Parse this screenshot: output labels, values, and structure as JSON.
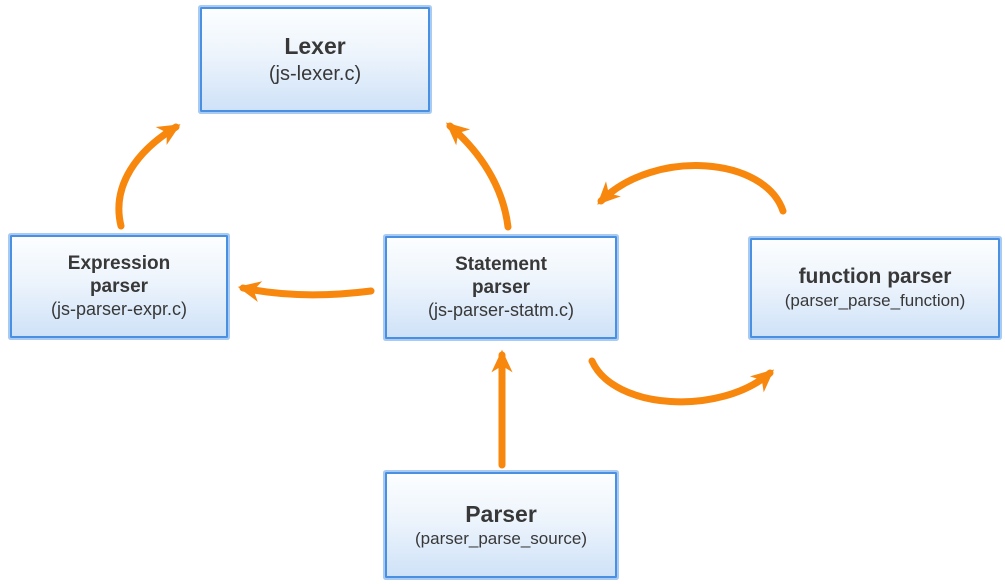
{
  "nodes": {
    "lexer": {
      "title": "Lexer",
      "subtitle": "(js-lexer.c)"
    },
    "expression_parser": {
      "title": "Expression\nparser",
      "subtitle": "(js-parser-expr.c)"
    },
    "statement_parser": {
      "title": "Statement\nparser",
      "subtitle": "(js-parser-statm.c)"
    },
    "function_parser": {
      "title": "function parser",
      "subtitle": "(parser_parse_function)"
    },
    "parser": {
      "title": "Parser",
      "subtitle": "(parser_parse_source)"
    }
  },
  "edges": [
    {
      "from": "expression_parser",
      "to": "lexer"
    },
    {
      "from": "statement_parser",
      "to": "lexer"
    },
    {
      "from": "statement_parser",
      "to": "expression_parser"
    },
    {
      "from": "function_parser",
      "to": "statement_parser"
    },
    {
      "from": "statement_parser",
      "to": "function_parser"
    },
    {
      "from": "parser",
      "to": "statement_parser"
    }
  ],
  "colors": {
    "arrow": "#f8870e",
    "box_border": "#4a90e2",
    "box_glow": "#a9cbf2",
    "box_fill_top": "#fcfeff",
    "box_fill_bottom": "#cfe2f8",
    "text": "#383838",
    "background": "#ffffff"
  }
}
